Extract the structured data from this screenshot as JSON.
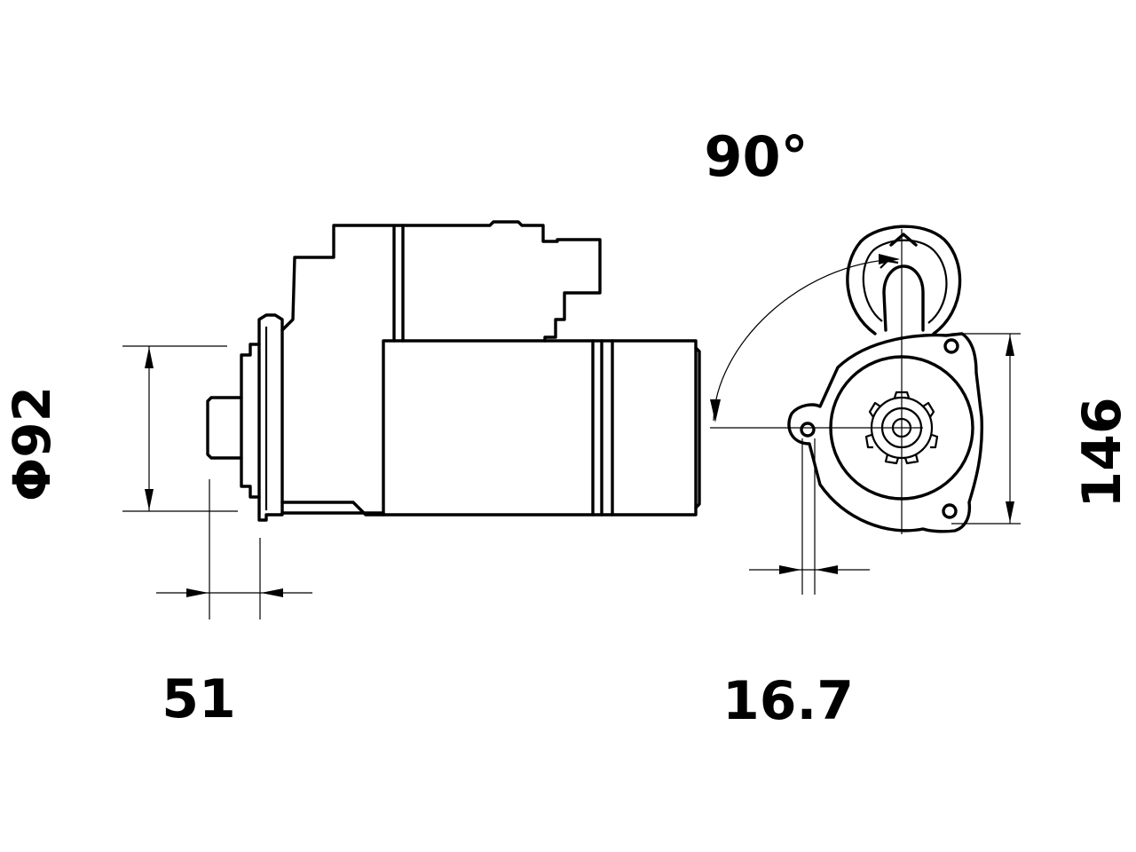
{
  "labels": {
    "angle": "90°",
    "diameter": "Φ92",
    "flange_offset": "51",
    "hole_offset": "16.7",
    "height": "146"
  },
  "colors": {
    "line": "#000000",
    "background": "#ffffff"
  }
}
